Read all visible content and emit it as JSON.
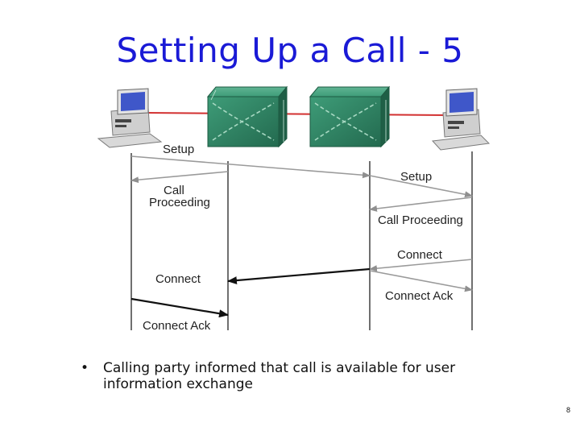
{
  "title": "Setting Up a Call - 5",
  "messages": {
    "setup_1": "Setup",
    "setup_2": "Setup",
    "call_proceeding_1": "Call\nProceeding",
    "call_proceeding_2": "Call Proceeding",
    "connect_1": "Connect",
    "connect_2": "Connect",
    "connect_ack_1": "Connect Ack",
    "connect_ack_2": "Connect Ack"
  },
  "bullet": {
    "marker": "•",
    "text": "Calling party informed that call is available for user information exchange"
  },
  "page_number": "8",
  "colors": {
    "title": "#1a1ad6",
    "link": "#d23030",
    "switch": "#2f8a68",
    "arrow_faint": "#9a9a9a",
    "arrow_bold": "#111111"
  }
}
